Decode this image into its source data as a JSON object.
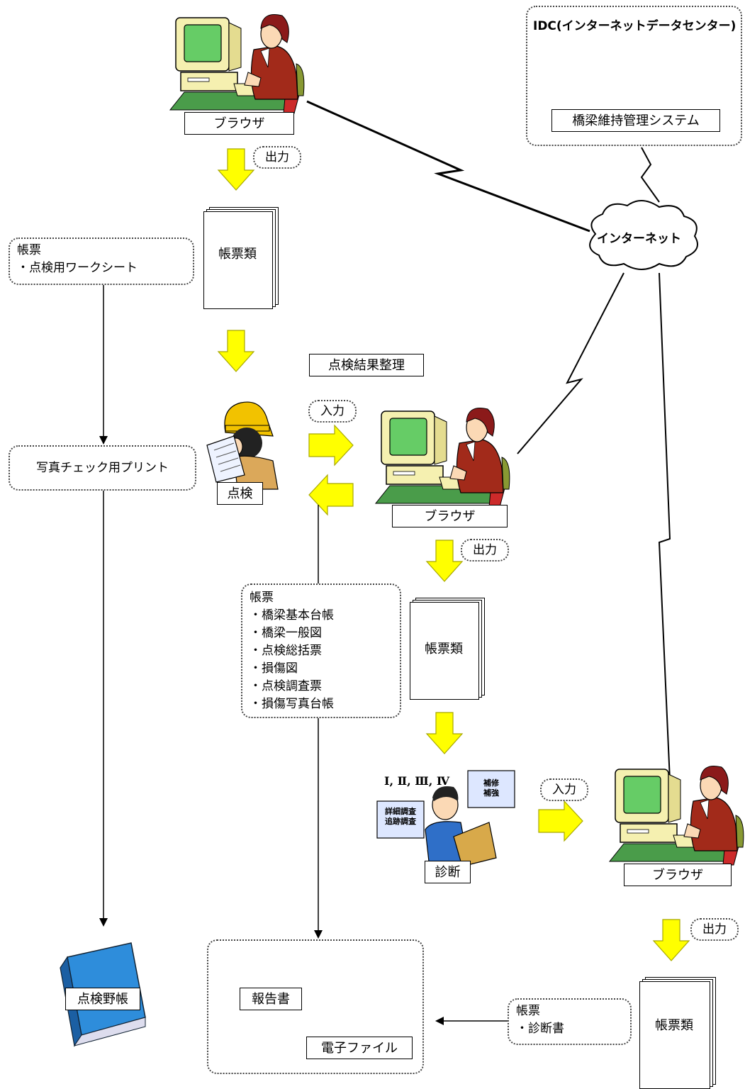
{
  "idc": {
    "title": "IDC(インターネットデータセンター)",
    "system_label": "橋梁維持管理システム"
  },
  "internet_label": "インターネット",
  "browser_label": "ブラウザ",
  "output_label": "出力",
  "input_label": "入力",
  "docs_label": "帳票類",
  "forms_box_1": {
    "title": "帳票",
    "items": [
      "・点検用ワークシート"
    ]
  },
  "photo_print_label": "写真チェック用プリント",
  "inspection_result_label": "点検結果整理",
  "inspection_label": "点検",
  "forms_box_2": {
    "title": "帳票",
    "items": [
      "・橋梁基本台帳",
      "・橋梁一般図",
      "・点検総括票",
      "・損傷図",
      "・点検調査票",
      "・損傷写真台帳"
    ]
  },
  "diagnosis": {
    "ranks": "Ⅰ, Ⅱ, Ⅲ, Ⅳ",
    "detail_survey": [
      "詳細調査",
      "追跡調査"
    ],
    "repair": [
      "補修",
      "補強"
    ],
    "label": "診断"
  },
  "forms_box_3": {
    "title": "帳票",
    "items": [
      "・診断書"
    ]
  },
  "field_notebook_label": "点検野帳",
  "report_label": "報告書",
  "electronic_file_label": "電子ファイル",
  "colors": {
    "arrow_fill": "#ffff00",
    "arrow_stroke": "#a8a800",
    "monitor_beige": "#f5f0b0",
    "screen_green": "#66cc66",
    "suit_red": "#a22a1a",
    "book_blue": "#2e8ddb",
    "book_black": "#222222"
  },
  "icons": [
    "desktop-computer-icon",
    "server-rack-icon",
    "cloud-icon",
    "worker-helmet-icon",
    "engineer-icon",
    "book-icon",
    "cd-disc-icon",
    "lightning-link-icon",
    "down-arrow-icon",
    "right-arrow-icon",
    "left-arrow-icon"
  ]
}
